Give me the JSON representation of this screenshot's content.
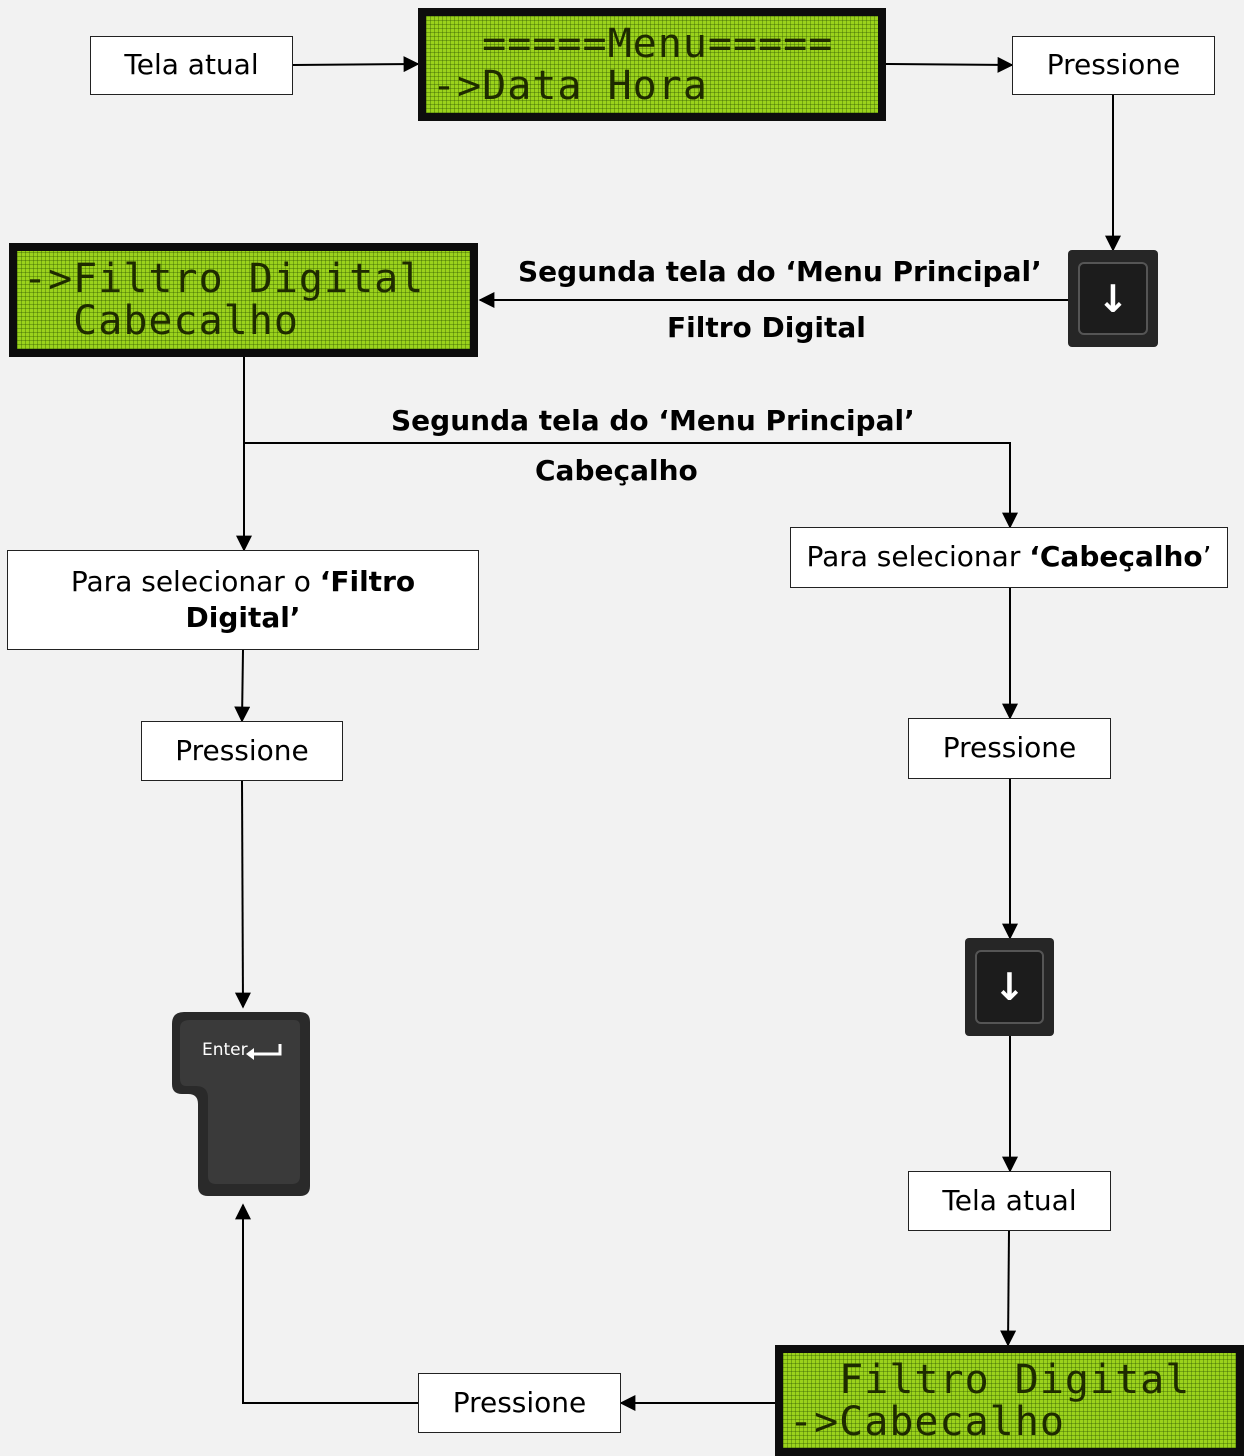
{
  "boxes": {
    "tela_atual_top": "Tela atual",
    "pressione_top": "Pressione",
    "select_filtro_prefix": "Para selecionar o ",
    "select_filtro_bold_1": "‘Filtro",
    "select_filtro_bold_2": "Digital",
    "select_filtro_suffix": "’",
    "select_cab_prefix": "Para selecionar ",
    "select_cab_bold": "‘Cabeçalho",
    "select_cab_suffix": "’",
    "pressione_left": "Pressione",
    "pressione_right": "Pressione",
    "tela_atual_bottom": "Tela atual",
    "pressione_bottom": "Pressione"
  },
  "labels": {
    "segunda_1": "Segunda tela do ‘Menu Principal’",
    "filtro_digital": "Filtro Digital",
    "segunda_2": "Segunda tela do ‘Menu Principal’",
    "cabecalho": "Cabeçalho"
  },
  "lcd": {
    "top": {
      "line1": "  =====Menu=====",
      "line2": "->Data Hora"
    },
    "left": {
      "line1": "->Filtro Digital",
      "line2": "  Cabecalho"
    },
    "bottom": {
      "line1": "  Filtro Digital",
      "line2": "->Cabecalho"
    }
  },
  "keys": {
    "down_symbol": "↓",
    "enter_label": "Enter"
  },
  "icons": [
    "down-arrow-key-icon",
    "enter-key-icon",
    "return-arrow-icon"
  ]
}
